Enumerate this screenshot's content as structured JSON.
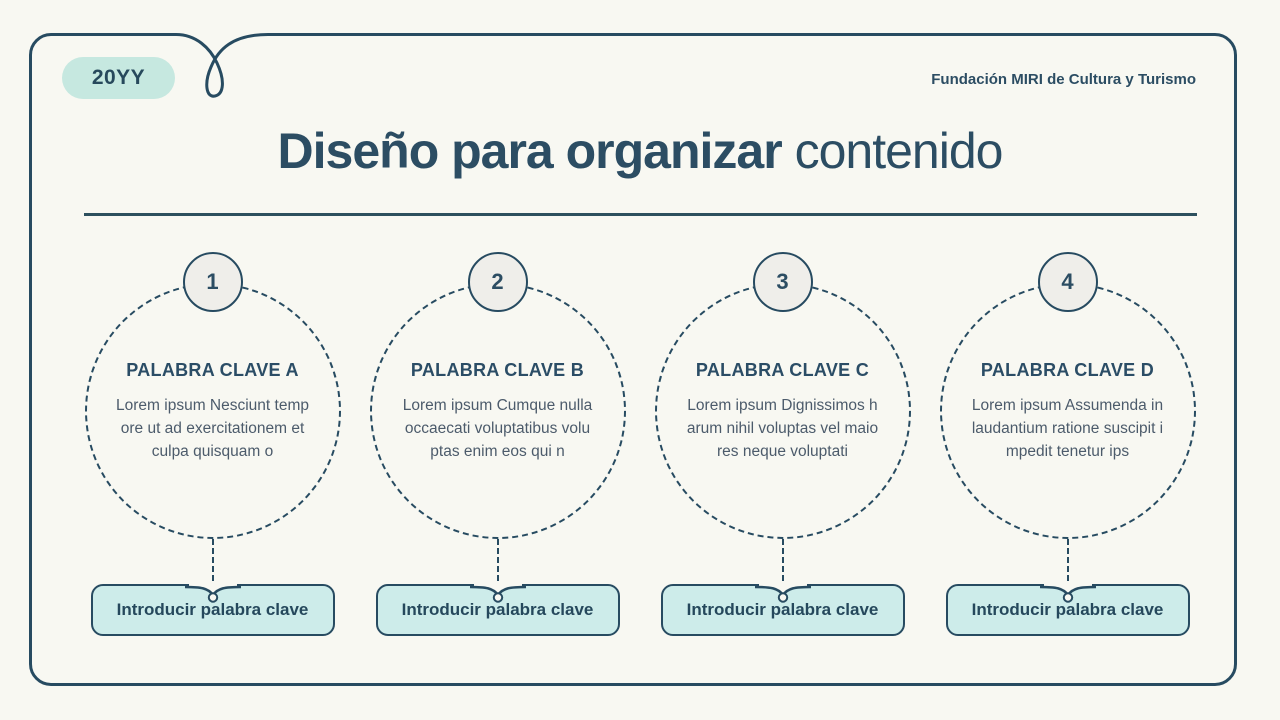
{
  "header": {
    "year_badge": "20YY",
    "org_name": "Fundación MIRI de Cultura y Turismo",
    "title_bold": "Diseño para organizar",
    "title_light": "contenido"
  },
  "columns": [
    {
      "number": "1",
      "heading": "PALABRA CLAVE A",
      "body": "Lorem ipsum Nesciunt temp\nore ut ad exercitationem et\nculpa quisquam o",
      "button_label": "Introducir palabra clave"
    },
    {
      "number": "2",
      "heading": "PALABRA CLAVE B",
      "body": "Lorem ipsum Cumque nulla\noccaecati voluptatibus volu\nptas enim eos qui n",
      "button_label": "Introducir palabra clave"
    },
    {
      "number": "3",
      "heading": "PALABRA CLAVE C",
      "body": "Lorem ipsum Dignissimos h\narum nihil voluptas vel maio\nres neque voluptati",
      "button_label": "Introducir palabra clave"
    },
    {
      "number": "4",
      "heading": "PALABRA CLAVE D",
      "body": "Lorem ipsum Assumenda in\nlaudantium ratione suscipit i\nmpedit tenetur ips",
      "button_label": "Introducir palabra clave"
    }
  ],
  "colors": {
    "background": "#f8f8f2",
    "navy_text": "#2c4d63",
    "frame_border": "#274b61",
    "divider": "#2d505e",
    "mint_badge": "#c6e8e0",
    "button_fill": "#cdecea",
    "number_badge_fill": "#efeeea",
    "body_text": "#4c5b6b"
  }
}
